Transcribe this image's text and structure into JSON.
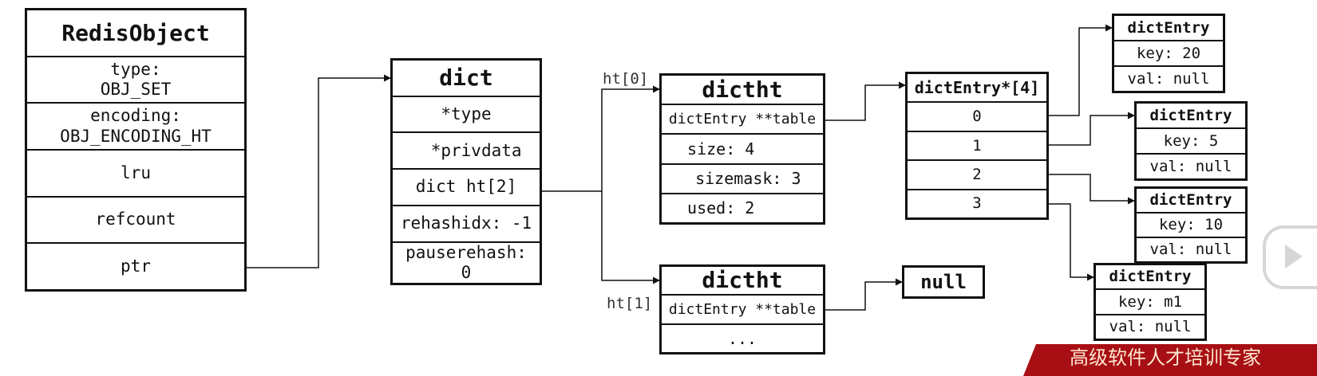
{
  "redisObject": {
    "title": "RedisObject",
    "fields": [
      "type:\nOBJ_SET",
      "encoding:\nOBJ_ENCODING_HT",
      "lru",
      "refcount",
      "ptr"
    ]
  },
  "dict": {
    "title": "dict",
    "fields": [
      "*type",
      "  *privdata",
      "dict ht[2]",
      "rehashidx: -1",
      "pauserehash: 0"
    ]
  },
  "dictht0": {
    "label": "ht[0]",
    "title": "dictht",
    "fields": [
      "dictEntry **table",
      " size: 4",
      "  sizemask: 3",
      " used: 2"
    ]
  },
  "dictht1": {
    "label": "ht[1]",
    "title": "dictht",
    "fields": [
      "dictEntry **table",
      "..."
    ]
  },
  "nullBox": {
    "text": "null"
  },
  "bucketArray": {
    "title": "dictEntry*[4]",
    "slots": [
      "0",
      "1",
      "2",
      "3"
    ]
  },
  "entries": [
    {
      "title": "dictEntry",
      "key": "key: 20",
      "val": "val: null"
    },
    {
      "title": "dictEntry",
      "key": "key: 5",
      "val": "val: null"
    },
    {
      "title": "dictEntry",
      "key": "key: 10",
      "val": "val: null"
    },
    {
      "title": "dictEntry",
      "key": "key: m1",
      "val": "val: null"
    }
  ],
  "banner": {
    "text": "高级软件人才培训专家"
  },
  "colors": {
    "line": "#111111",
    "banner_bg": "#a80f14"
  }
}
